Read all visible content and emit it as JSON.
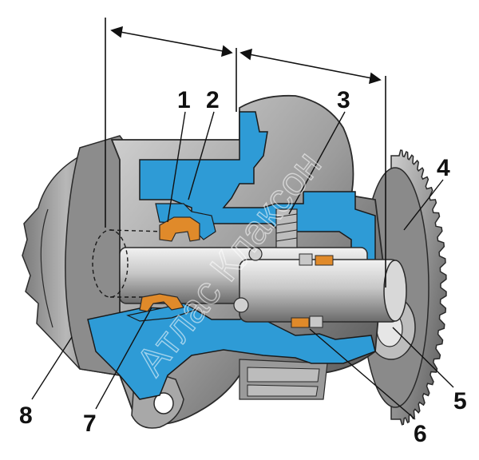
{
  "diagram": {
    "callouts": [
      {
        "id": "1",
        "text": "1"
      },
      {
        "id": "2",
        "text": "2"
      },
      {
        "id": "3",
        "text": "3"
      },
      {
        "id": "4",
        "text": "4"
      },
      {
        "id": "5",
        "text": "5"
      },
      {
        "id": "6",
        "text": "6"
      },
      {
        "id": "7",
        "text": "7"
      },
      {
        "id": "8",
        "text": "8"
      }
    ],
    "watermark": "Атлас Клаксон",
    "colors": {
      "housing": "#9a9a9a",
      "housing_dark": "#5a5a5a",
      "section": "#2e9bd6",
      "seal": "#e08a2a",
      "line": "#111111",
      "background": "#ffffff"
    }
  }
}
